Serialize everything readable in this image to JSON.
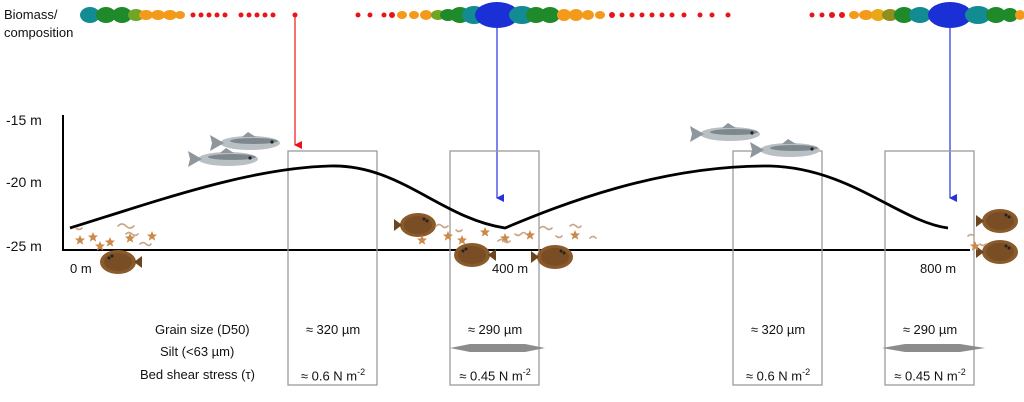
{
  "header": {
    "line1": "Biomass/",
    "line2": "composition"
  },
  "depth_labels": [
    "-15 m",
    "-20 m",
    "-25 m"
  ],
  "distance_labels": [
    "0 m",
    "400 m",
    "800 m"
  ],
  "properties": {
    "grain_label": "Grain size (D50)",
    "silt_label": "Silt (<63 µm)",
    "shear_label_base": "Bed shear stress (τ)"
  },
  "columns": [
    {
      "grain": "≈ 320 µm",
      "shear_base": "≈ 0.6 N m",
      "shear_exp": "-2",
      "silt": false
    },
    {
      "grain": "≈ 290 µm",
      "shear_base": "≈ 0.45 N m",
      "shear_exp": "-2",
      "silt": true
    },
    {
      "grain": "≈ 320 µm",
      "shear_base": "≈ 0.6 N m",
      "shear_exp": "-2",
      "silt": false
    },
    {
      "grain": "≈ 290 µm",
      "shear_base": "≈ 0.45 N m",
      "shear_exp": "-2",
      "silt": true
    }
  ],
  "colors": {
    "red_arrow": "#e8141b",
    "blue_arrow": "#2532e0",
    "box": "#9b9b9b",
    "profile": "#000000",
    "silt_bar": "#8c8c8c",
    "fish": "#b9c0c4",
    "flatfish": "#8a5a2b",
    "starfish": "#cc8a4a",
    "worm": "#c8a68a"
  },
  "icons": [
    "fish-icon",
    "flatfish-icon",
    "starfish-icon",
    "worm-icon",
    "biomass-dot-icon"
  ]
}
